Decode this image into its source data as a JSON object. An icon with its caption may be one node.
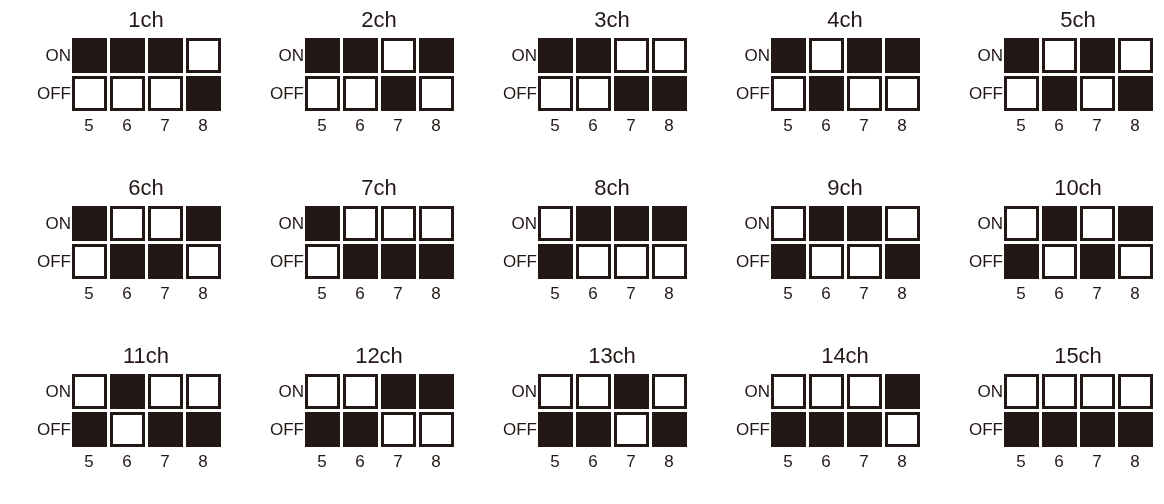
{
  "diagram": {
    "labels": [
      "1ch",
      "ON",
      "OFF",
      "5",
      "6",
      "7",
      "8",
      "2ch",
      "ON",
      "OFF",
      "5",
      "6",
      "7",
      "8",
      "3ch",
      "ON",
      "OFF",
      "5",
      "6",
      "7",
      "8",
      "4ch",
      "ON",
      "OFF",
      "5",
      "6",
      "7",
      "8",
      "5ch",
      "ON",
      "OFF",
      "5",
      "6",
      "7",
      "8",
      "6ch",
      "ON",
      "OFF",
      "5",
      "6",
      "7",
      "8",
      "7ch",
      "ON",
      "OFF",
      "5",
      "6",
      "7",
      "8",
      "8ch",
      "ON",
      "OFF",
      "5",
      "6",
      "7",
      "8",
      "9ch",
      "ON",
      "OFF",
      "5",
      "6",
      "7",
      "8",
      "10ch",
      "ON",
      "OFF",
      "5",
      "6",
      "7",
      "8",
      "11ch",
      "ON",
      "OFF",
      "5",
      "6",
      "7",
      "8",
      "12ch",
      "ON",
      "OFF",
      "5",
      "6",
      "7",
      "8",
      "13ch",
      "ON",
      "OFF",
      "5",
      "6",
      "7",
      "8",
      "14ch",
      "ON",
      "OFF",
      "5",
      "6",
      "7",
      "8",
      "15ch",
      "ON",
      "OFF",
      "5",
      "6",
      "7",
      "8"
    ],
    "nodes": [
      {
        "text": [],
        "shape": "block"
      },
      {
        "text": [],
        "shape": "block"
      },
      {
        "text": [],
        "shape": "block"
      },
      {
        "text": [],
        "shape": "square"
      },
      {
        "text": [],
        "shape": "square"
      },
      {
        "text": [],
        "shape": "square"
      },
      {
        "text": [],
        "shape": "square"
      },
      {
        "text": [],
        "shape": "block"
      },
      {
        "text": [],
        "shape": "block"
      },
      {
        "text": [],
        "shape": "block"
      },
      {
        "text": [],
        "shape": "square"
      },
      {
        "text": [],
        "shape": "block"
      },
      {
        "text": [],
        "shape": "square"
      },
      {
        "text": [],
        "shape": "square"
      },
      {
        "text": [],
        "shape": "block"
      },
      {
        "text": [],
        "shape": "square"
      },
      {
        "text": [],
        "shape": "block"
      },
      {
        "text": [],
        "shape": "block"
      },
      {
        "text": [],
        "shape": "square"
      },
      {
        "text": [],
        "shape": "square"
      },
      {
        "text": [],
        "shape": "square"
      },
      {
        "text": [],
        "shape": "square"
      },
      {
        "text": [],
        "shape": "block"
      },
      {
        "text": [],
        "shape": "block"
      },
      {
        "text": [],
        "shape": "block"
      },
      {
        "text": [],
        "shape": "square"
      },
      {
        "text": [],
        "shape": "block"
      },
      {
        "text": [],
        "shape": "block"
      },
      {
        "text": [],
        "shape": "square"
      },
      {
        "text": [],
        "shape": "block"
      },
      {
        "text": [],
        "shape": "square"
      },
      {
        "text": [],
        "shape": "square"
      },
      {
        "text": [],
        "shape": "block"
      },
      {
        "text": [],
        "shape": "square"
      },
      {
        "text": [],
        "shape": "block"
      },
      {
        "text": [],
        "shape": "square"
      },
      {
        "text": [],
        "shape": "square"
      },
      {
        "text": [],
        "shape": "block"
      },
      {
        "text": [],
        "shape": "square"
      },
      {
        "text": [],
        "shape": "block"
      },
      {
        "text": [],
        "shape": "block"
      },
      {
        "text": [],
        "shape": "square"
      },
      {
        "text": [],
        "shape": "square"
      },
      {
        "text": [],
        "shape": "block"
      },
      {
        "text": [],
        "shape": "square"
      },
      {
        "text": [],
        "shape": "block"
      },
      {
        "text": [],
        "shape": "block"
      },
      {
        "text": [],
        "shape": "square"
      },
      {
        "text": [],
        "shape": "block"
      },
      {
        "text": [],
        "shape": "square"
      },
      {
        "text": [],
        "shape": "square"
      },
      {
        "text": [],
        "shape": "square"
      },
      {
        "text": [],
        "shape": "square"
      },
      {
        "text": [],
        "shape": "block"
      },
      {
        "text": [],
        "shape": "block"
      },
      {
        "text": [],
        "shape": "block"
      },
      {
        "text": [],
        "shape": "square"
      },
      {
        "text": [],
        "shape": "block"
      },
      {
        "text": [],
        "shape": "block"
      },
      {
        "text": [],
        "shape": "block"
      },
      {
        "text": [],
        "shape": "block"
      },
      {
        "text": [],
        "shape": "square"
      },
      {
        "text": [],
        "shape": "square"
      },
      {
        "text": [],
        "shape": "square"
      },
      {
        "text": [],
        "shape": "square"
      },
      {
        "text": [],
        "shape": "block"
      },
      {
        "text": [],
        "shape": "block"
      },
      {
        "text": [],
        "shape": "square"
      },
      {
        "text": [],
        "shape": "block"
      },
      {
        "text": [],
        "shape": "square"
      },
      {
        "text": [],
        "shape": "square"
      },
      {
        "text": [],
        "shape": "block"
      },
      {
        "text": [],
        "shape": "square"
      },
      {
        "text": [],
        "shape": "block"
      },
      {
        "text": [],
        "shape": "square"
      },
      {
        "text": [],
        "shape": "block"
      },
      {
        "text": [],
        "shape": "block"
      },
      {
        "text": [],
        "shape": "square"
      },
      {
        "text": [],
        "shape": "block"
      },
      {
        "text": [],
        "shape": "square"
      },
      {
        "text": [],
        "shape": "square"
      },
      {
        "text": [],
        "shape": "block"
      },
      {
        "text": [],
        "shape": "square"
      },
      {
        "text": [],
        "shape": "square"
      },
      {
        "text": [],
        "shape": "block"
      },
      {
        "text": [],
        "shape": "square"
      },
      {
        "text": [],
        "shape": "block"
      },
      {
        "text": [],
        "shape": "block"
      },
      {
        "text": [],
        "shape": "square"
      },
      {
        "text": [],
        "shape": "square"
      },
      {
        "text": [],
        "shape": "block"
      },
      {
        "text": [],
        "shape": "block"
      },
      {
        "text": [],
        "shape": "block"
      },
      {
        "text": [],
        "shape": "block"
      },
      {
        "text": [],
        "shape": "square"
      },
      {
        "text": [],
        "shape": "square"
      },
      {
        "text": [],
        "shape": "square"
      },
      {
        "text": [],
        "shape": "square"
      },
      {
        "text": [],
        "shape": "block"
      },
      {
        "text": [],
        "shape": "square"
      },
      {
        "text": [],
        "shape": "block"
      },
      {
        "text": [],
        "shape": "block"
      },
      {
        "text": [],
        "shape": "square"
      },
      {
        "text": [],
        "shape": "block"
      },
      {
        "text": [],
        "shape": "square"
      },
      {
        "text": [],
        "shape": "square"
      },
      {
        "text": [],
        "shape": "square"
      },
      {
        "text": [],
        "shape": "block"
      },
      {
        "text": [],
        "shape": "block"
      },
      {
        "text": [],
        "shape": "block"
      },
      {
        "text": [],
        "shape": "block"
      },
      {
        "text": [],
        "shape": "square"
      },
      {
        "text": [],
        "shape": "square"
      },
      {
        "text": [],
        "shape": "square"
      },
      {
        "text": [],
        "shape": "square"
      },
      {
        "text": [],
        "shape": "square"
      },
      {
        "text": [],
        "shape": "block"
      },
      {
        "text": [],
        "shape": "block"
      },
      {
        "text": [],
        "shape": "block"
      },
      {
        "text": [],
        "shape": "block"
      }
    ]
  }
}
